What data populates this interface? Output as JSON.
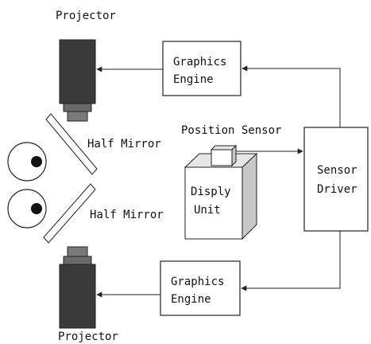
{
  "labels": {
    "projector_top": "Projector",
    "projector_bottom": "Projector",
    "graphics_top": [
      "Graphics",
      "Engine"
    ],
    "graphics_bottom": [
      "Graphics",
      "Engine"
    ],
    "position_sensor": "Position Sensor",
    "half_mirror_top": "Half Mirror",
    "half_mirror_bottom": "Half Mirror",
    "display_unit": [
      "Disply",
      "Unit"
    ],
    "sensor_driver": [
      "Sensor",
      "Driver"
    ]
  },
  "colors": {
    "projector_dark": "#3a3a3a",
    "projector_light": "#7a7a7a",
    "line": "#222222",
    "box_side": "#c8c8c8",
    "box_top": "#e6e6e6"
  }
}
